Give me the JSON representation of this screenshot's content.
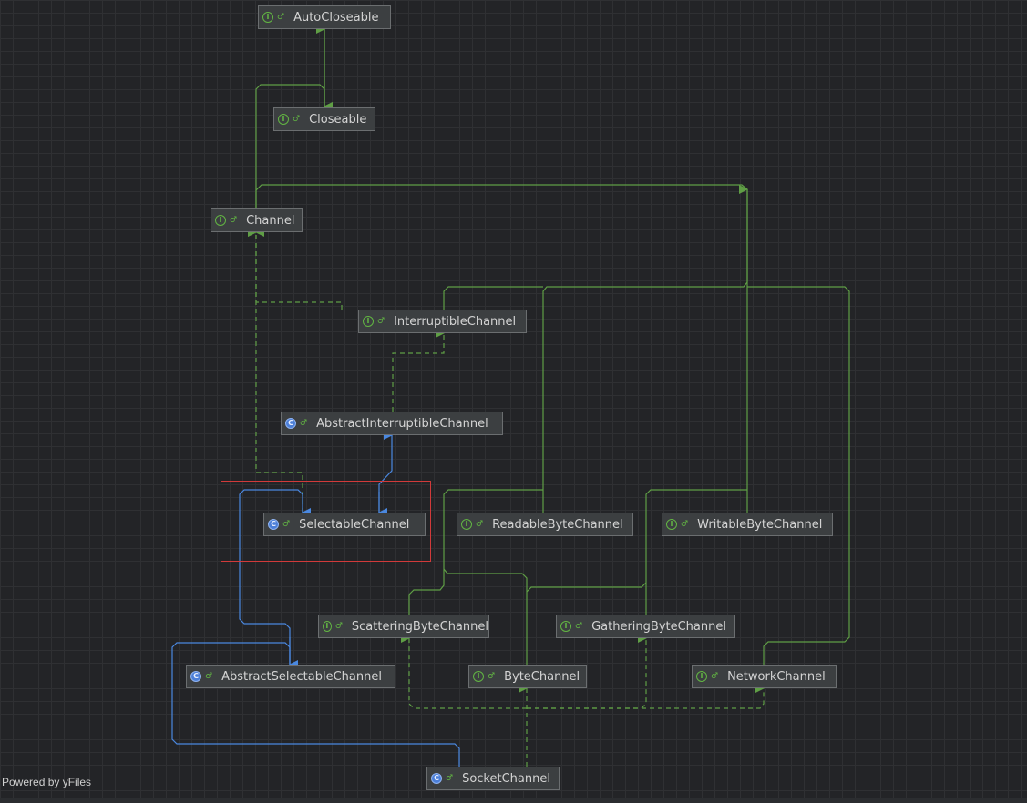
{
  "nodes": [
    {
      "name": "AutoCloseable",
      "kind": "interface"
    },
    {
      "name": "Closeable",
      "kind": "interface"
    },
    {
      "name": "Channel",
      "kind": "interface"
    },
    {
      "name": "InterruptibleChannel",
      "kind": "interface"
    },
    {
      "name": "AbstractInterruptibleChannel",
      "kind": "class"
    },
    {
      "name": "SelectableChannel",
      "kind": "class"
    },
    {
      "name": "ReadableByteChannel",
      "kind": "interface"
    },
    {
      "name": "WritableByteChannel",
      "kind": "interface"
    },
    {
      "name": "ScatteringByteChannel",
      "kind": "interface"
    },
    {
      "name": "GatheringByteChannel",
      "kind": "interface"
    },
    {
      "name": "AbstractSelectableChannel",
      "kind": "class"
    },
    {
      "name": "ByteChannel",
      "kind": "interface"
    },
    {
      "name": "NetworkChannel",
      "kind": "interface"
    },
    {
      "name": "SocketChannel",
      "kind": "class"
    }
  ],
  "kind_glyphs": {
    "interface": "I",
    "class": "C"
  },
  "visibility_glyph": "♂",
  "selected_node": "SelectableChannel",
  "footer_text": "Powered by yFiles",
  "colors": {
    "extends_edge": "#4a88e0",
    "interface_edge": "#5f9e45",
    "selection": "#d13a3a"
  }
}
